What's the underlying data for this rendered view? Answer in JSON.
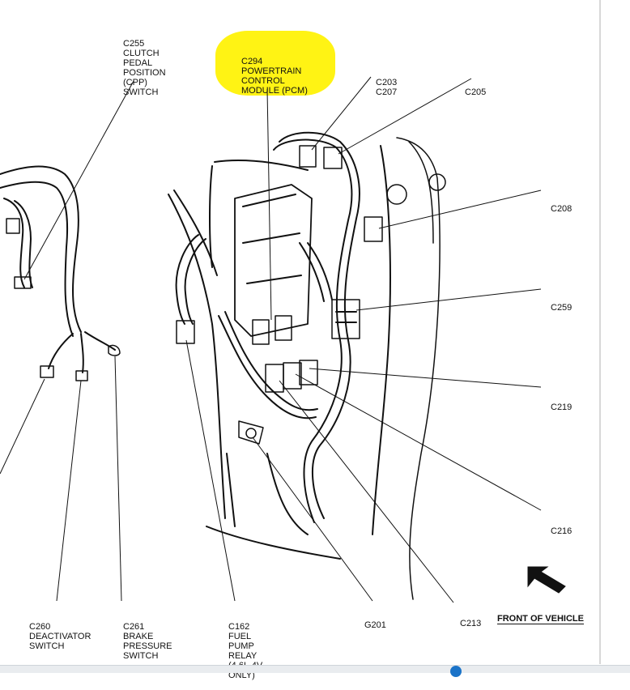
{
  "labels": {
    "c255": [
      "C255",
      "CLUTCH",
      "PEDAL",
      "POSITION",
      "(CPP)",
      "SWITCH"
    ],
    "c294": [
      "C294",
      "POWERTRAIN",
      "CONTROL",
      "MODULE (PCM)"
    ],
    "c203": [
      "C203",
      "C207"
    ],
    "c205": [
      "C205"
    ],
    "c208": [
      "C208"
    ],
    "c259": [
      "C259"
    ],
    "c219": [
      "C219"
    ],
    "c216": [
      "C216"
    ],
    "c213": [
      "C213"
    ],
    "g201": [
      "G201"
    ],
    "c162": [
      "C162",
      "FUEL",
      "PUMP",
      "RELAY",
      "(4.6L-4V",
      "ONLY)"
    ],
    "c261": [
      "C261",
      "BRAKE",
      "PRESSURE",
      "SWITCH"
    ],
    "c260": [
      "C260",
      "DEACTIVATOR",
      "SWITCH"
    ],
    "front": [
      "FRONT OF VEHICLE"
    ]
  },
  "highlight_color": "#fff200",
  "line_color": "#111111"
}
